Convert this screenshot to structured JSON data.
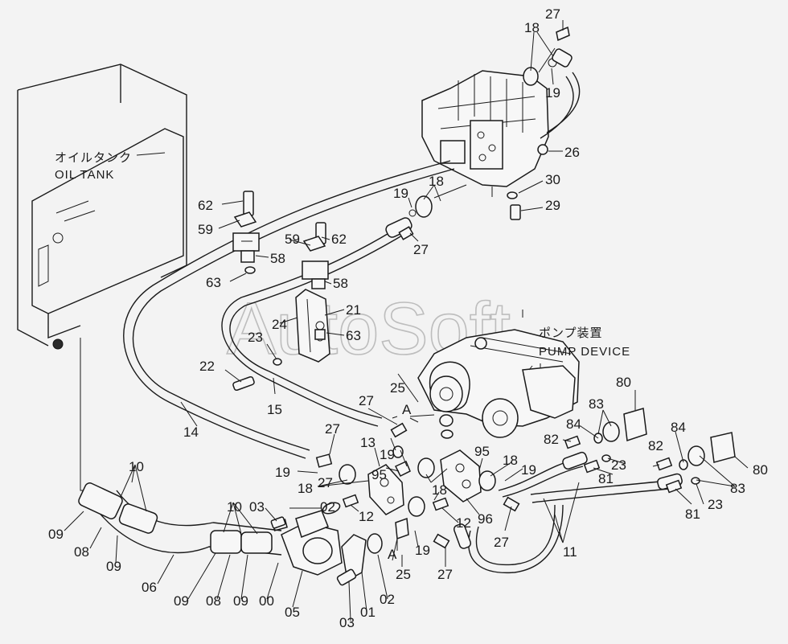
{
  "watermark": "AutoSoft",
  "captions": {
    "oil_tank_jp": "オイルタンク",
    "oil_tank_en": "OIL TANK",
    "pump_device_jp": "ポンプ装置",
    "pump_device_en": "PUMP DEVICE"
  },
  "part_numbers": [
    "27",
    "18",
    "19",
    "26",
    "30",
    "29",
    "18",
    "19",
    "27",
    "62",
    "59",
    "58",
    "59",
    "62",
    "58",
    "63",
    "21",
    "24",
    "23",
    "63",
    "22",
    "14",
    "15",
    "25",
    "A",
    "27",
    "13",
    "27",
    "19",
    "95",
    "19",
    "18",
    "12",
    "80",
    "83",
    "84",
    "82",
    "23",
    "81",
    "84",
    "82",
    "83",
    "80",
    "23",
    "81",
    "95",
    "18",
    "19",
    "96",
    "27",
    "18",
    "12",
    "19",
    "A",
    "25",
    "27",
    "11",
    "10",
    "09",
    "08",
    "09",
    "06",
    "10",
    "09",
    "08",
    "09",
    "00",
    "05",
    "02",
    "03",
    "01",
    "02",
    "03",
    "27"
  ]
}
